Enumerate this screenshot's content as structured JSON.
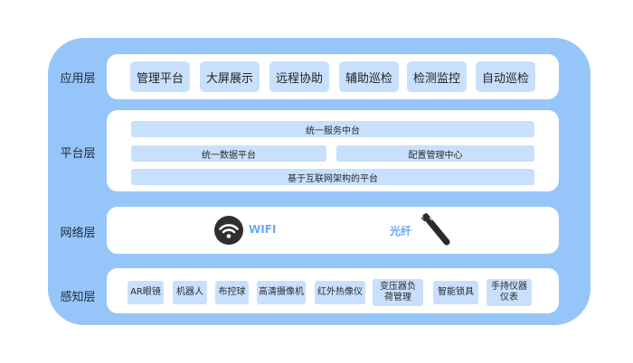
{
  "layers": {
    "application": {
      "label": "应用层",
      "items": [
        "管理平台",
        "大屏展示",
        "远程协助",
        "辅助巡检",
        "检测监控",
        "自动巡检"
      ]
    },
    "platform": {
      "label": "平台层",
      "bars": {
        "service": "统一服务中台",
        "data": "统一数据平台",
        "config": "配置管理中心",
        "internet": "基于互联网架构的平台"
      }
    },
    "network": {
      "label": "网络层",
      "wifi": "WIFI",
      "fiber": "光纤"
    },
    "perception": {
      "label": "感知层",
      "items": [
        "AR眼镜",
        "机器人",
        "布控球",
        "高清摄像机",
        "红外热像仪",
        "变压器负荷管理",
        "智能锁具",
        "手持仪器仪表"
      ]
    }
  },
  "colors": {
    "frame": "#96c5fa",
    "box": "#c8e0fc",
    "wifi_text": "#6aaaf2"
  }
}
